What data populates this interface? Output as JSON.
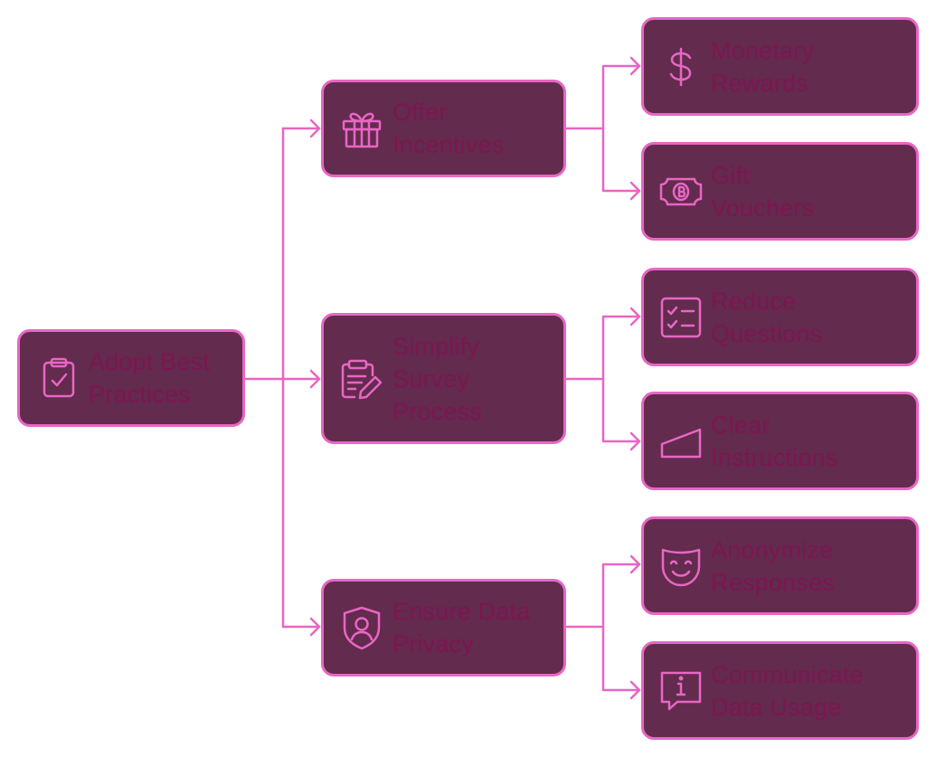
{
  "colors": {
    "canvas": "#ffffff",
    "node_fill": "#632b4e",
    "node_border": "#e866c4",
    "label_text": "#7d1650",
    "connector": "#e866c4"
  },
  "root": {
    "label": "Adopt Best\nPractices",
    "icon": "clipboard-check-icon"
  },
  "branches": [
    {
      "label": "Offer\nIncentives",
      "icon": "gift-icon",
      "children": [
        {
          "label": "Monetary\nRewards",
          "icon": "dollar-icon"
        },
        {
          "label": "Gift\nVouchers",
          "icon": "voucher-ticket-icon"
        }
      ]
    },
    {
      "label": "Simplify\nSurvey\nProcess",
      "icon": "clipboard-edit-icon",
      "children": [
        {
          "label": "Reduce\nQuestions",
          "icon": "checklist-icon"
        },
        {
          "label": "Clear\nInstructions",
          "icon": "wedge-icon"
        }
      ]
    },
    {
      "label": "Ensure Data\nPrivacy",
      "icon": "shield-user-icon",
      "children": [
        {
          "label": "Anonymize\nResponses",
          "icon": "smile-mask-icon"
        },
        {
          "label": "Communicate\nData Usage",
          "icon": "info-message-icon"
        }
      ]
    }
  ]
}
